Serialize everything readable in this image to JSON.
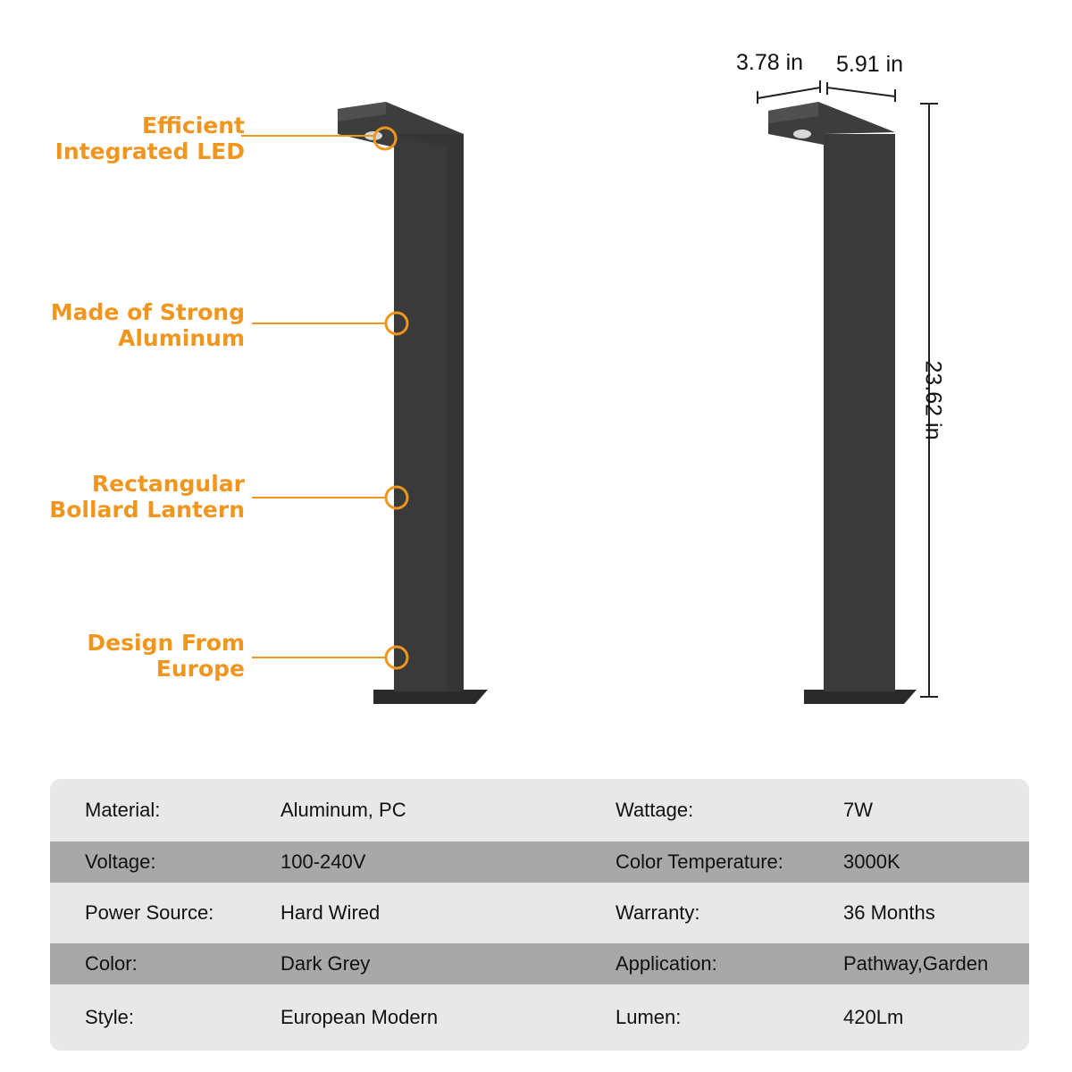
{
  "callouts": [
    {
      "lines": [
        "Efficient",
        "Integrated LED"
      ]
    },
    {
      "lines": [
        "Made of Strong",
        "Aluminum"
      ]
    },
    {
      "lines": [
        "Rectangular",
        "Bollard Lantern"
      ]
    },
    {
      "lines": [
        "Design From",
        "Europe"
      ]
    }
  ],
  "dimensions": {
    "depth": "3.78 in",
    "length": "5.91 in",
    "height": "23.62 in"
  },
  "specs": {
    "rows": [
      {
        "label1": "Material:",
        "value1": "Aluminum, PC",
        "label2": "Wattage:",
        "value2": "7W"
      },
      {
        "label1": "Voltage:",
        "value1": "100-240V",
        "label2": "Color Temperature:",
        "value2": "3000K"
      },
      {
        "label1": "Power Source:",
        "value1": "Hard Wired",
        "label2": "Warranty:",
        "value2": "36 Months"
      },
      {
        "label1": "Color:",
        "value1": "Dark Grey",
        "label2": "Application:",
        "value2": "Pathway,Garden"
      },
      {
        "label1": "Style:",
        "value1": "European Modern",
        "label2": "Lumen:",
        "value2": "420Lm"
      }
    ]
  },
  "colors": {
    "accent": "#f0961e",
    "lamp_body": "#3a3a3a",
    "row_light": "#e8e8e8",
    "row_dark": "#a8a8a8"
  }
}
